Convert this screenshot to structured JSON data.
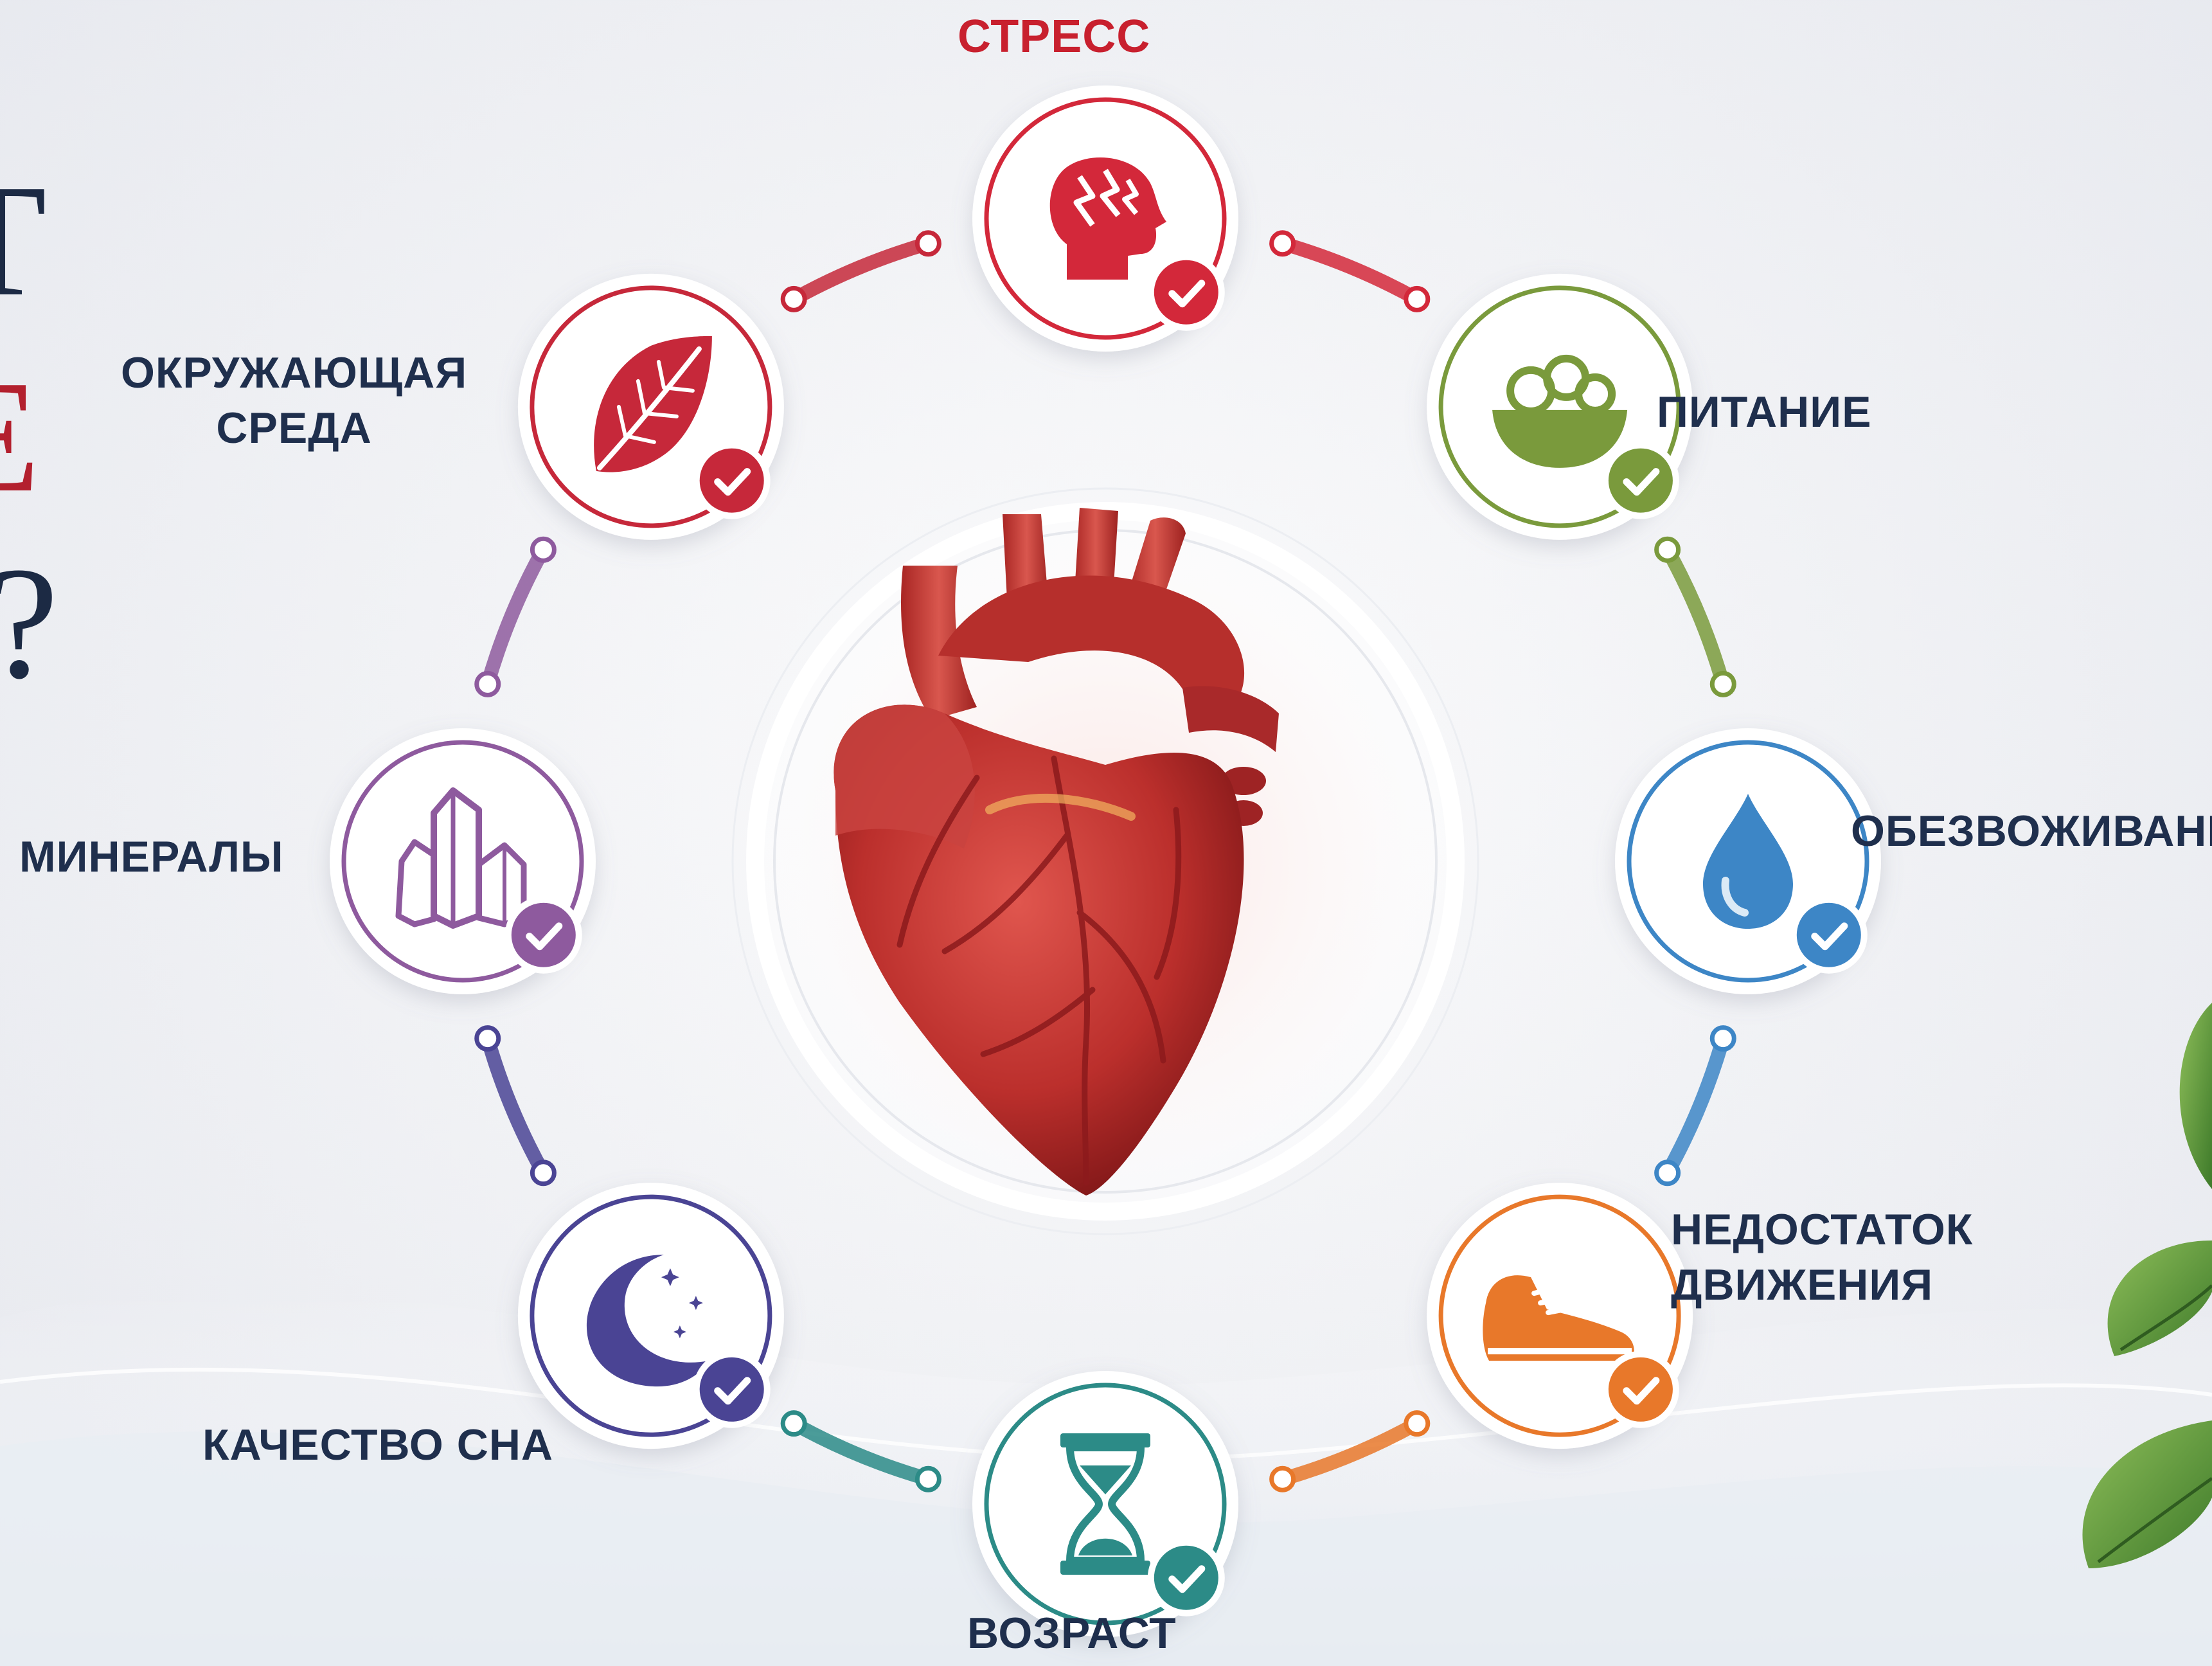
{
  "title_fragment": {
    "line1": "Т",
    "line2": "Е",
    "line3": "?"
  },
  "center": {
    "icon": "anatomical-heart-icon"
  },
  "factors": [
    {
      "id": "stress",
      "label_lines": [
        "СТРЕСС"
      ],
      "icon": "head-stress-icon",
      "color": "#d3283a",
      "status": "checked"
    },
    {
      "id": "nutrition",
      "label_lines": [
        "ПИТАНИЕ"
      ],
      "icon": "salad-bowl-icon",
      "color": "#7a9a3c",
      "status": "checked"
    },
    {
      "id": "dehydration",
      "label_lines": [
        "ОБЕЗВОЖИВАНИЕ"
      ],
      "icon": "water-drop-icon",
      "color": "#3d86c6",
      "status": "checked"
    },
    {
      "id": "inactivity",
      "label_lines": [
        "НЕДОСТАТОК",
        "ДВИЖЕНИЯ"
      ],
      "icon": "sneaker-icon",
      "color": "#e8782a",
      "status": "checked"
    },
    {
      "id": "age",
      "label_lines": [
        "ВОЗРАСТ"
      ],
      "icon": "hourglass-icon",
      "color": "#2c8b87",
      "status": "checked"
    },
    {
      "id": "sleep",
      "label_lines": [
        "КАЧЕСТВО СНА"
      ],
      "icon": "moon-stars-icon",
      "color": "#4a4494",
      "status": "checked"
    },
    {
      "id": "minerals",
      "label_lines": [
        "МИНЕРАЛЫ"
      ],
      "icon": "crystal-icon",
      "color": "#8e5a9e",
      "status": "checked"
    },
    {
      "id": "environment",
      "label_lines": [
        "ОКРУЖАЮЩАЯ",
        "СРЕДА"
      ],
      "icon": "leaf-icon",
      "color": "#c6283a",
      "status": "checked"
    }
  ],
  "colors": {
    "title_dark": "#1c2a44",
    "title_red": "#b3202e",
    "label_text": "#1f2f4d",
    "stress_label": "#c8202e"
  }
}
